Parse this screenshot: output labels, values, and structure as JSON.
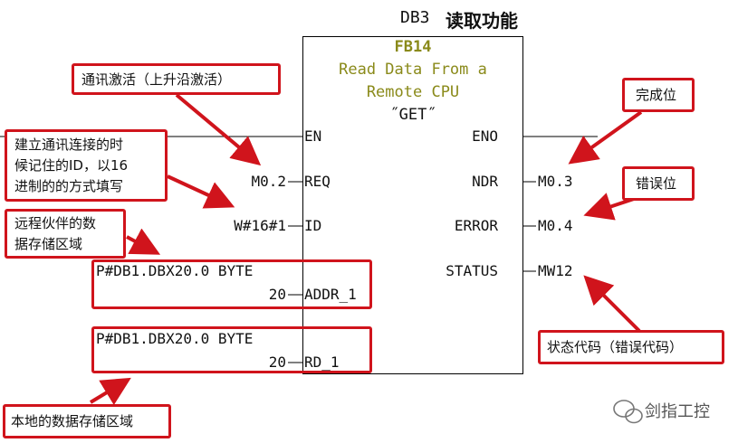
{
  "header": {
    "db_label": "DB3",
    "function_label": "读取功能"
  },
  "block": {
    "name": "FB14",
    "desc_line1": "Read Data From a",
    "desc_line2": "Remote CPU",
    "instruction": "˝GET˝",
    "inputs": {
      "en": "EN",
      "req": "REQ",
      "id": "ID",
      "addr1": "ADDR_1",
      "rd1": "RD_1"
    },
    "outputs": {
      "eno": "ENO",
      "ndr": "NDR",
      "error": "ERROR",
      "status": "STATUS"
    }
  },
  "values": {
    "req_val": "M0.2",
    "id_val": "W#16#1",
    "addr1_pointer": "P#DB1.DBX20.0 BYTE",
    "addr1_len": "20",
    "rd1_pointer": "P#DB1.DBX20.0 BYTE",
    "rd1_len": "20",
    "ndr_val": "M0.3",
    "error_val": "M0.4",
    "status_val": "MW12"
  },
  "callouts": {
    "comm_activate": "通讯激活（上升沿激活）",
    "connection_id_l1": "建立通讯连接的时",
    "connection_id_l2": "候记住的ID，以16",
    "connection_id_l3": "进制的的方式填写",
    "remote_area_l1": "远程伙伴的数",
    "remote_area_l2": "据存储区域",
    "done_bit": "完成位",
    "error_bit": "错误位",
    "status_code": "状态代码（错误代码）",
    "local_area": "本地的数据存储区域"
  },
  "watermark": {
    "text": "剑指工控"
  },
  "colors": {
    "callout_red": "#d0141c",
    "block_text_olive": "#8a8a1a"
  }
}
